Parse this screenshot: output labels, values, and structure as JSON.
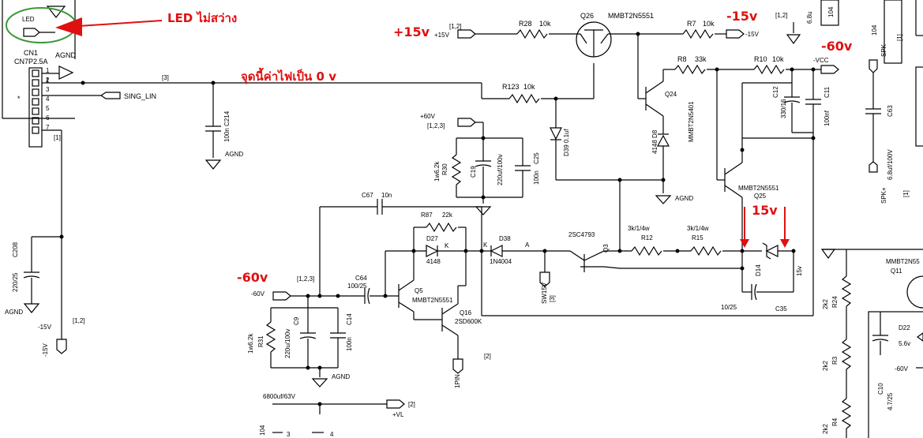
{
  "annotations": {
    "led_note": "LED ไม่สว่าง",
    "node_note": "จุดนี้ค่าไฟเป็น 0 v",
    "plus15": "+15v",
    "minus15": "-15v",
    "minus60_top": "-60v",
    "minus60_left": "-60v",
    "v15_zener": "15v"
  },
  "connector": {
    "ref": "CN1",
    "part": "CN7P2.5A",
    "led": "LED",
    "agnd": "AGND",
    "pins": [
      "1",
      "2",
      "3",
      "4",
      "5",
      "6",
      "7"
    ],
    "sing_lin": "SING_LIN",
    "star": "*",
    "sheet1": "[1]"
  },
  "labels": {
    "c214": "100n C214",
    "agnd": "AGND",
    "net3": "[3]",
    "c208": "C208",
    "c208_val": "220/25",
    "m15v": "-15V",
    "m15v_ref": "[1,2]",
    "m15v_b": "-15V",
    "p15v": "+15V",
    "p15v_ref": "[1,2]",
    "r28": "R28",
    "r28_val": "10k",
    "q26": "Q26",
    "q26_part": "MMBT2N5551",
    "r7": "R7",
    "r7_val": "10k",
    "m15v_r": "-15V",
    "ref12_r": "[1,2",
    "r123": "R123",
    "r123_val": "10k",
    "r8": "R8",
    "r8_val": "33k",
    "r10": "R10",
    "r10_val": "10k",
    "mvcc": "-VCC",
    "q24": "Q24",
    "q24_part": "MMBT2N5401",
    "d8": "4148 D8",
    "d39": "D39 0.1uf",
    "p60v": "+60V",
    "p60v_ref": "[1,2,3]",
    "r30": "R30",
    "r30_val": "1w6.2k",
    "c19": "C19",
    "c19_val": "220uf/100v",
    "c25": "C25",
    "c25_val": "100n",
    "c12": "C12",
    "c12_val": "330/16",
    "c11": "C11",
    "c11_val": "100nf",
    "q25": "Q25",
    "q25_part": "MMBT2N5551",
    "c67": "C67",
    "c67_val": "10n",
    "r87": "R87",
    "r87_val": "22k",
    "d27": "D27",
    "d27_part": "4148",
    "k1": "K",
    "d38": "D38",
    "k2": "K",
    "a2": "A",
    "d38_part": "1N4004",
    "q3_part": "2SC4793",
    "q3": "Q3",
    "r12": "R12",
    "r12_val": "3k/1/4w",
    "r15": "R15",
    "r15_val": "3k/1/4w",
    "d14": "D14",
    "d14_val": "15v",
    "c35": "C35",
    "c35_val": "10/25",
    "sw15v": "SW15V",
    "sw15v_ref": "[3]",
    "ref123": "[1,2,3]",
    "c64": "C64",
    "c64_val": "100/25",
    "m60v": "-60V",
    "q5": "Q5",
    "q5_part": "MMBT2N5551",
    "q16": "Q16",
    "q16_part": "2SD600K",
    "pin1": "1PIN",
    "ref2": "[2]",
    "r31": "R31",
    "r31_val": "1w6.2k",
    "c9": "C9",
    "c9_val": "220u/100v",
    "c14": "C14",
    "c14_val": "100n",
    "agnd2": "AGND",
    "c6800": "6800uf/63V",
    "pvl": "+VL",
    "pvl_ref": "[2]",
    "spkm": "SPK-",
    "spkp": "SPK+",
    "c63": "C63",
    "c63_val": "6.8uf/100V",
    "ref1_a": "[1]",
    "ref1_b": "[1]",
    "v104_a": "104",
    "v68u": "6.8u",
    "r24": "R24",
    "r24_val": "2k2",
    "r3": "R3",
    "r3_val": "2k2",
    "r4": "R4",
    "r4_val": "2k2",
    "c10": "C10",
    "c10_val": "4.7/25",
    "d22": "D22",
    "d22_val": "5.6v",
    "m60v_r": "-60V",
    "q11": "Q11",
    "q11_part": "MMBT2N55",
    "v104_b": "104",
    "v104_c": "104",
    "ref12_top": "[1,2]",
    "ref1": "[1]",
    "n3": "3",
    "n4": "4"
  },
  "colors": {
    "annotation": "#e01010",
    "led_circle": "#3a9a3a",
    "wire": "#000000"
  }
}
